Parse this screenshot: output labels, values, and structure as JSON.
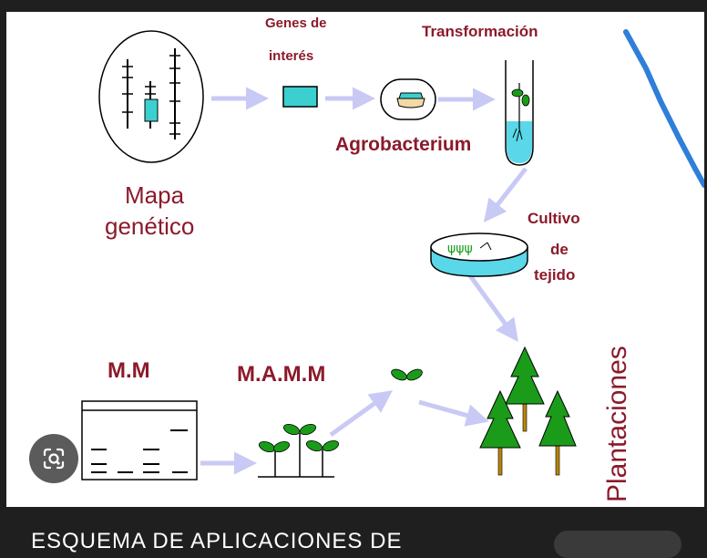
{
  "diagram": {
    "labels": {
      "genes": "Genes de",
      "interes": "interés",
      "transformacion": "Transformación",
      "agrobacterium": "Agrobacterium",
      "mapa": "Mapa",
      "genetico": "genético",
      "cultivo": "Cultivo",
      "de": "de",
      "tejido": "tejido",
      "mm": "M.M",
      "mamm": "M.A.M.M",
      "plantaciones": "Plantaciones"
    },
    "colors": {
      "label_maroon": "#8b1a2b",
      "arrow": "#c9c9f5",
      "box_teal": "#3ccfcf",
      "plant_green": "#1a9c1a",
      "trunk": "#b8860b",
      "pen_blue": "#2f7fd9"
    }
  },
  "overlay": {
    "lens_icon": "google-lens-icon",
    "caption": "ESQUEMA DE APLICACIONES DE"
  }
}
